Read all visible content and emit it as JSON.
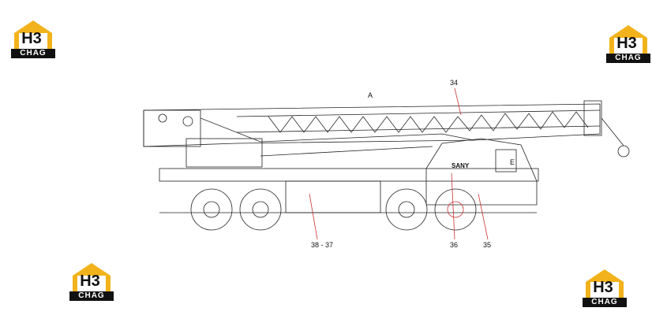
{
  "watermarks": [
    {
      "mark": "H3",
      "brand": "CHAG"
    },
    {
      "mark": "H3",
      "brand": "CHAG"
    },
    {
      "mark": "H3",
      "brand": "CHAG"
    },
    {
      "mark": "H3",
      "brand": "CHAG"
    }
  ],
  "callouts": {
    "a": "A",
    "c34": "34",
    "e": "E",
    "c3837": "38 - 37",
    "c36": "36",
    "c35": "35",
    "brand": "SANY"
  }
}
